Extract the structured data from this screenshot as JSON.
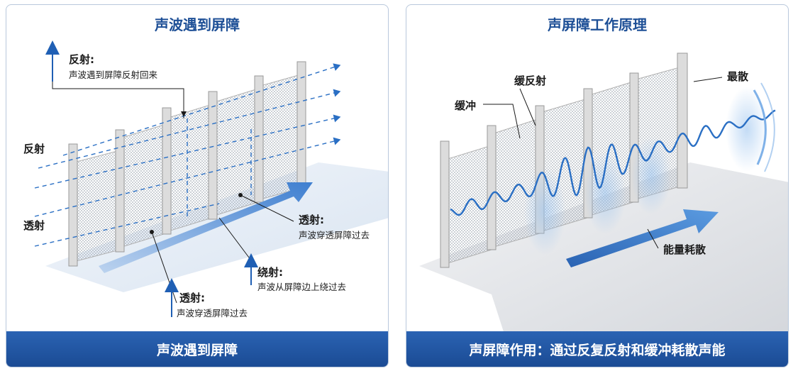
{
  "left_panel": {
    "title": "声波遇到屏障",
    "footer": "声波遇到屏障",
    "side_labels": {
      "reflect": "反射",
      "transmit": "透射"
    },
    "callouts": {
      "reflect_title": "反射:",
      "reflect_desc": "声波遇到屏障反射回来",
      "transmit_right_title": "透射:",
      "transmit_right_desc": "声波穿透屏障过去",
      "diffract_title": "绕射:",
      "diffract_desc": "声波从屏障边上绕过去",
      "transmit_bottom_title": "透射:",
      "transmit_bottom_desc": "声波穿透屏障过去"
    }
  },
  "right_panel": {
    "title": "声屏障工作原理",
    "footer": "声屏障作用：通过反复反射和缓冲耗散声能",
    "labels": {
      "buffer": "缓冲",
      "slow_reflect": "缓反射",
      "scatter": "最散",
      "dissipate": "能量耗散"
    }
  },
  "colors": {
    "title_blue": "#1d4f96",
    "footer_blue": "#2a63b3",
    "wave_blue": "#2a6fc4",
    "post_gray": "#d8d8d8"
  }
}
